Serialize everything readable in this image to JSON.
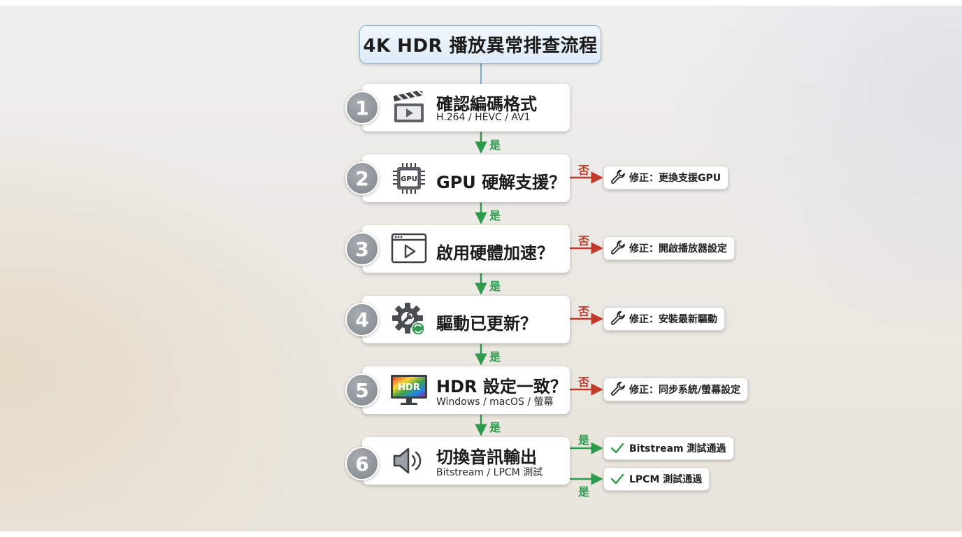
{
  "title": "4K HDR 播放異常排查流程",
  "steps": [
    {
      "number": "1",
      "title": "確認編碼格式",
      "subtitle": "H.264 / HEVC / AV1",
      "icon": "clapperboard-icon"
    },
    {
      "number": "2",
      "title": "GPU 硬解支援？",
      "icon": "gpu-chip-icon",
      "icon_text": "GPU"
    },
    {
      "number": "3",
      "title": "啟用硬體加速？",
      "icon": "play-window-icon"
    },
    {
      "number": "4",
      "title": "驅動已更新？",
      "icon": "gear-wrench-icon"
    },
    {
      "number": "5",
      "title": "HDR 設定一致？",
      "subtitle": "Windows / macOS / 螢幕",
      "icon": "hdr-monitor-icon",
      "icon_text": "HDR"
    },
    {
      "number": "6",
      "title": "切換音訊輸出",
      "subtitle": "Bitstream / LPCM 測試",
      "icon": "speaker-icon"
    }
  ],
  "yes_label": "是",
  "no_label": "否",
  "fixes": [
    {
      "step": "2",
      "text": "修正：更換支援GPU",
      "icon": "wrench-icon"
    },
    {
      "step": "3",
      "text": "修正：開啟播放器設定",
      "icon": "wrench-icon"
    },
    {
      "step": "4",
      "text": "修正：安裝最新驅動",
      "icon": "wrench-icon"
    },
    {
      "step": "5",
      "text": "修正：同步系統/螢幕設定",
      "icon": "wrench-icon"
    }
  ],
  "outcomes": [
    {
      "text": "Bitstream 測試通過",
      "icon": "checkmark-icon"
    },
    {
      "text": "LPCM 測試通過",
      "icon": "checkmark-icon"
    }
  ],
  "colors": {
    "yes": "#2e9a4e",
    "no": "#c0392b",
    "title_border": "#8fb4d4",
    "title_line": "#7aa8cf",
    "step_circle": "#8a8f96"
  }
}
